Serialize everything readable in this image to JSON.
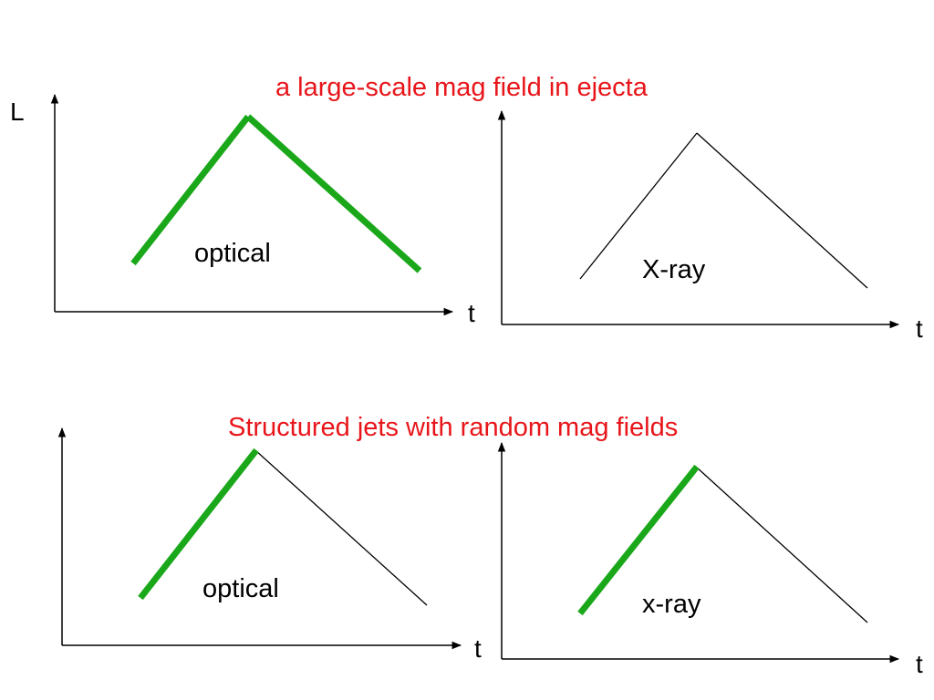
{
  "titles": {
    "top": "a large-scale mag field in ejecta",
    "bottom": "Structured jets with random mag fields"
  },
  "panels": {
    "top_left": {
      "band": "optical",
      "x_axis": "t",
      "y_axis": "L"
    },
    "top_right": {
      "band": "X-ray",
      "x_axis": "t"
    },
    "bottom_left": {
      "band": "optical",
      "x_axis": "t"
    },
    "bottom_right": {
      "band": "x-ray",
      "x_axis": "t"
    }
  },
  "colors": {
    "title": "#e8161b",
    "highlight": "#1aa81a",
    "line": "#000000"
  }
}
